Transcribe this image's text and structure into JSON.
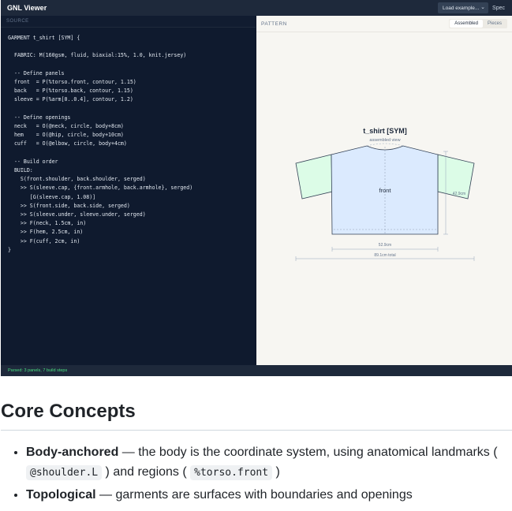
{
  "app": {
    "title": "GNL Viewer",
    "load_example": "Load example...",
    "spec_link": "Spec"
  },
  "source": {
    "header": "SOURCE",
    "code": "GARMENT t_shirt [SYM] {\n\n  FABRIC: M(160gsm, fluid, biaxial:15%, 1.0, knit.jersey)\n\n  -- Define panels\n  front  = P(%torso.front, contour, 1.15)\n  back   = P(%torso.back, contour, 1.15)\n  sleeve = P(%arm[0..0.4], contour, 1.2)\n\n  -- Define openings\n  neck   = O(@neck, circle, body+8cm)\n  hem    = O(@hip, circle, body+10cm)\n  cuff   = O(@elbow, circle, body+4cm)\n\n  -- Build order\n  BUILD:\n    S(front.shoulder, back.shoulder, serged)\n    >> S(sleeve.cap, {front.armhole, back.armhole}, serged)\n       [G(sleeve.cap, 1.08)]\n    >> S(front.side, back.side, serged)\n    >> S(sleeve.under, sleeve.under, serged)\n    >> F(neck, 1.5cm, in)\n    >> F(hem, 2.5cm, in)\n    >> F(cuff, 2cm, in)\n}"
  },
  "pattern": {
    "header": "PATTERN",
    "view_assembled": "Assembled",
    "view_pieces": "Pieces",
    "garment_title": "t_shirt [SYM]",
    "garment_subtitle": "assembled view",
    "panel_label": "front",
    "sleeve_measure": "42.9cm",
    "body_width": "52.9cm",
    "total_width": "89.1cm total",
    "colors": {
      "body": "#dbeafe",
      "sleeve": "#dcfce7"
    }
  },
  "status": "Parsed: 3 panels, 7 build steps",
  "doc": {
    "heading": "Core Concepts",
    "items": [
      {
        "term": "Body-anchored",
        "text1": " — the body is the coordinate system, using anatomical landmarks ( ",
        "code1": "@shoulder.L",
        "text2": " ) and regions ( ",
        "code2": "%torso.front",
        "text3": " )"
      },
      {
        "term": "Topological",
        "text1": " — garments are surfaces with boundaries and openings"
      }
    ]
  }
}
